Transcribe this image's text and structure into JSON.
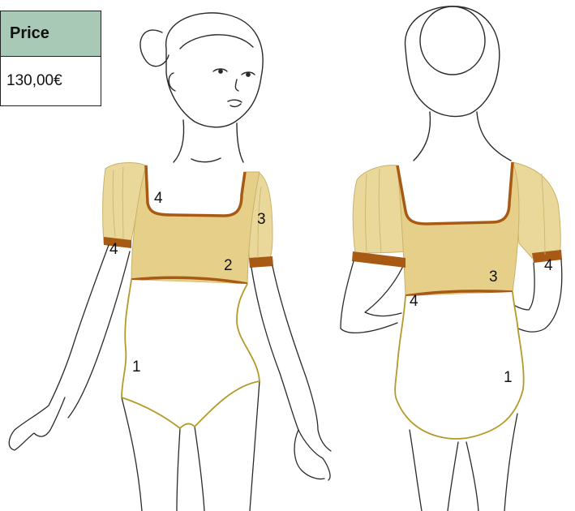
{
  "price": {
    "header": "Price",
    "value": "130,00€"
  },
  "colors": {
    "body_fill": "#e6d089",
    "sleeve_fill": "#ead79a",
    "trim": "#a85a14",
    "outline": "#2a2a2a",
    "leotard_edge": "#b39a2a",
    "price_header_bg": "#a8c9b5"
  },
  "front_labels": {
    "neckline": "4",
    "sleeve_top": "3",
    "bodice": "2",
    "sleeve_cuff": "4",
    "leotard": "1"
  },
  "back_labels": {
    "bodice": "3",
    "sleeve_cuff": "4",
    "waist": "4",
    "leotard": "1"
  }
}
